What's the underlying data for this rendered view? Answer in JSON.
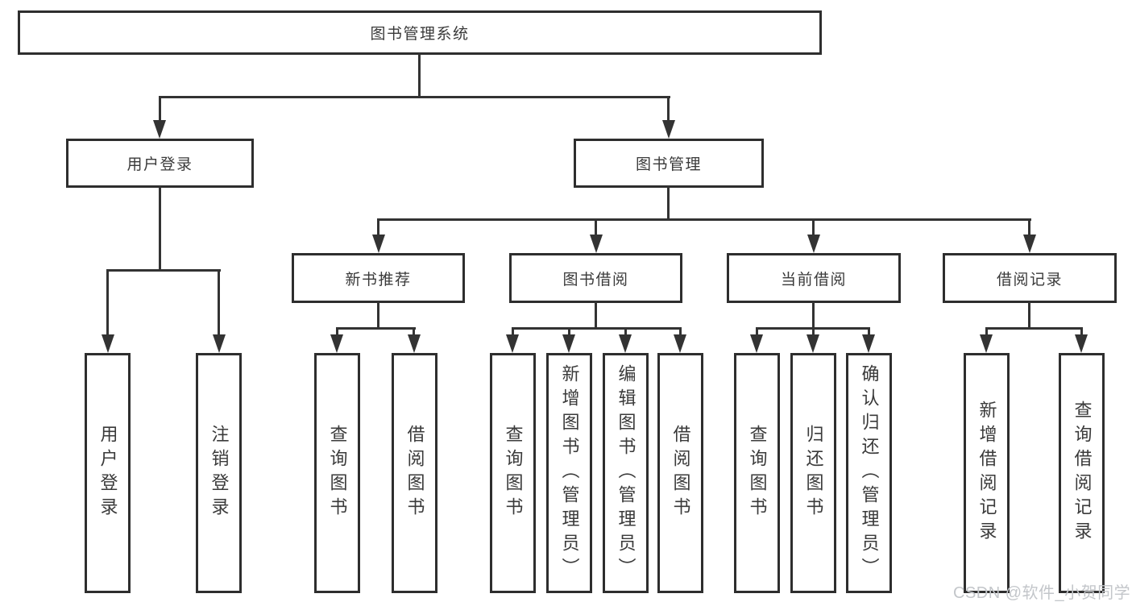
{
  "diagram": {
    "root": {
      "label": "图书管理系统"
    },
    "branches": [
      {
        "label": "用户登录"
      },
      {
        "label": "图书管理"
      }
    ],
    "modules": [
      {
        "label": "新书推荐"
      },
      {
        "label": "图书借阅"
      },
      {
        "label": "当前借阅"
      },
      {
        "label": "借阅记录"
      }
    ],
    "leaves": {
      "login": [
        {
          "label": "用户登录"
        },
        {
          "label": "注销登录"
        }
      ],
      "recommend": [
        {
          "label": "查询图书"
        },
        {
          "label": "借阅图书"
        }
      ],
      "borrow": [
        {
          "label": "查询图书"
        },
        {
          "label": "新增图书（管理员）"
        },
        {
          "label": "编辑图书（管理员）"
        },
        {
          "label": "借阅图书"
        }
      ],
      "current": [
        {
          "label": "查询图书"
        },
        {
          "label": "归还图书"
        },
        {
          "label": "确认归还（管理员）"
        }
      ],
      "records": [
        {
          "label": "新增借阅记录"
        },
        {
          "label": "查询借阅记录"
        }
      ]
    }
  },
  "watermark": {
    "text": "CSDN @软件_小贺同学"
  },
  "colors": {
    "line": "#333333",
    "box_border": "#2e2e2e",
    "text": "#3a3a3a",
    "background": "#ffffff",
    "watermark": "#c3c6ca"
  }
}
